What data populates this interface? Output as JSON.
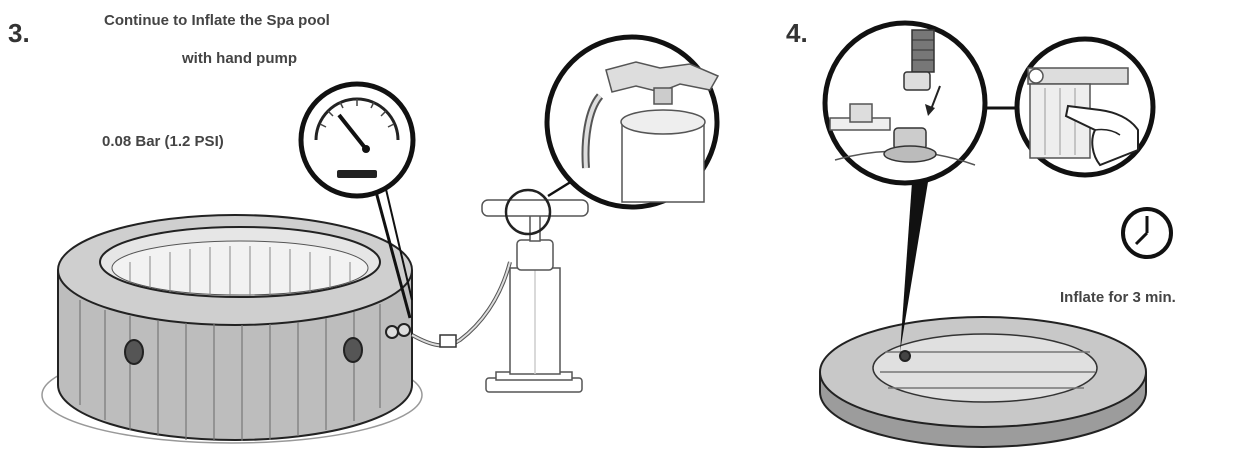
{
  "step3": {
    "number": "3.",
    "title_line1": "Continue to Inflate the Spa pool",
    "title_line2": "with hand pump",
    "pressure": "0.08 Bar (1.2 PSI)"
  },
  "step4": {
    "number": "4.",
    "caption": "Inflate for 3 min."
  },
  "colors": {
    "line": "#222222",
    "text": "#444444",
    "gray": "#888888"
  }
}
